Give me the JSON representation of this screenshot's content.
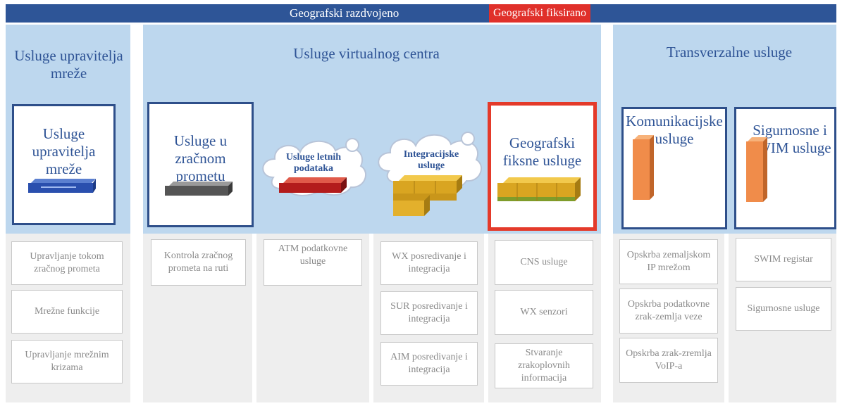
{
  "top": {
    "left_label": "Geografski razdvojeno",
    "right_label": "Geografski fiksirano"
  },
  "columns": {
    "network_manager": {
      "heading": "Usluge upravitelja mreže",
      "card_title": "Usluge upravitelja mreže",
      "services": [
        "Upravljanje tokom zračnog prometa",
        "Mrežne funkcije",
        "Upravljanje mrežnim krizama"
      ]
    },
    "virtual_center": {
      "heading": "Usluge virtualnog centra",
      "atc": {
        "title": "Usluge u zračnom prometu",
        "services": [
          "Kontrola zračnog prometa na ruti"
        ]
      },
      "flight_data": {
        "title": "Usluge letnih podataka",
        "services": [
          "ATM podatkovne usluge"
        ]
      },
      "integration": {
        "title": "Integracijske usluge",
        "services": [
          "WX posredivanje i integracija",
          "SUR posredivanje i integracija",
          "AIM posredivanje i integracija"
        ]
      }
    },
    "geo_fixed": {
      "title": "Geografski fiksne usluge",
      "services": [
        "CNS usluge",
        "WX senzori",
        "Stvaranje zrakoplovnih informacija"
      ]
    },
    "transversal": {
      "heading": "Transverzalne usluge",
      "comms": {
        "title": "Komunikacijske usluge",
        "services": [
          "Opskrba zemaljskom IP mrežom",
          "Opskrba podatkovne zrak-zemlja veze",
          "Opskrba zrak-zremlja VoIP-a"
        ]
      },
      "security": {
        "title": "Sigurnosne i SWIM usluge",
        "services": [
          "SWIM registar",
          "Sigurnosne usluge"
        ]
      }
    }
  },
  "colors": {
    "dark_blue": "#2e5597",
    "light_blue": "#bdd7ee",
    "red": "#e0302a",
    "card_border": "#2e4f8a",
    "orange": "#f08c4a",
    "gold": "#d9a521"
  },
  "icons": [
    "server-icon",
    "cloud-icon",
    "server-stack-icon",
    "server-tower-icon"
  ]
}
